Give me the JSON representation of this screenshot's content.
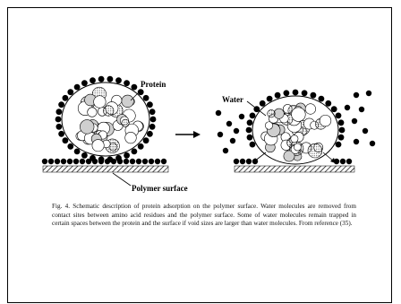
{
  "figure": {
    "labels": {
      "protein": "Protein",
      "water": "Water",
      "polymer_surface": "Polymer surface"
    },
    "caption": "Fig. 4. Schematic description of protein adsorption on the polymer surface.  Water molecules are removed from contact sites between amino acid residues and the polymer surface.  Some of water molecules remain trapped in certain spaces between the protein and the surface if void sizes are larger than water molecules. From reference (35)."
  }
}
